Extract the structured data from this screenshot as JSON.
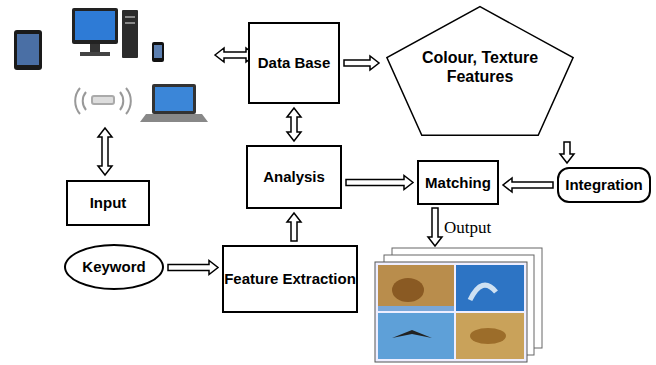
{
  "diagram": {
    "nodes": [
      {
        "text": [
          "Data Base"
        ]
      },
      {
        "text": [
          "Colour, Texture Features"
        ]
      },
      {
        "text": [
          "Analysis"
        ]
      },
      {
        "text": [
          "Matching"
        ]
      },
      {
        "text": [
          "Integration"
        ]
      },
      {
        "text": [
          "Input"
        ]
      },
      {
        "text": [
          "Keyword"
        ]
      },
      {
        "text": [
          "Feature Extraction"
        ]
      }
    ],
    "edges": [
      {
        "from": 0,
        "to": 1,
        "arrow": "to"
      },
      {
        "from": 0,
        "to": 2,
        "arrow": "both"
      },
      {
        "from": 1,
        "to": 4,
        "arrow": "to"
      },
      {
        "from": 4,
        "to": 3,
        "arrow": "to"
      },
      {
        "from": 2,
        "to": 3,
        "arrow": "to"
      },
      {
        "from": 6,
        "to": 7,
        "arrow": "to"
      },
      {
        "from": 7,
        "to": 2,
        "arrow": "to"
      }
    ],
    "labels": [
      "Output"
    ]
  }
}
